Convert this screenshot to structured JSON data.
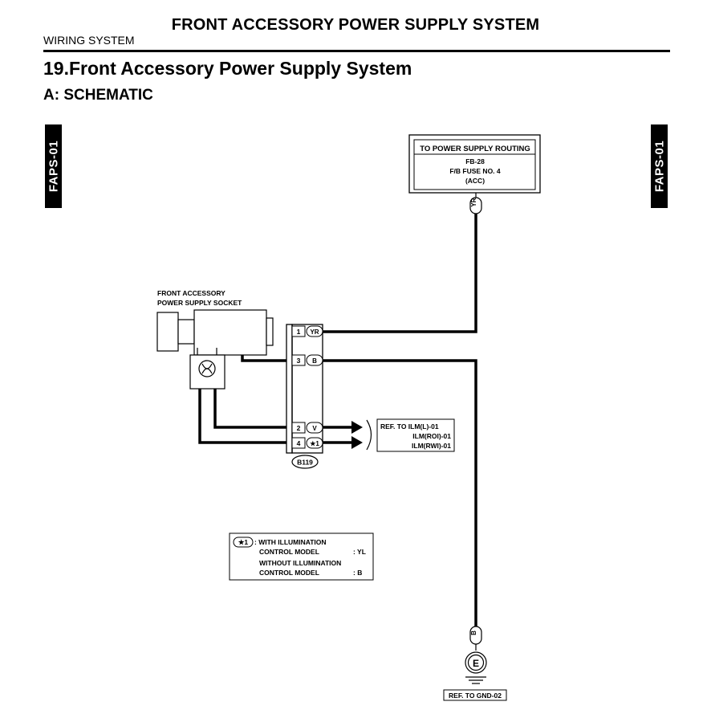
{
  "header": {
    "title": "FRONT ACCESSORY POWER SUPPLY SYSTEM",
    "section": "WIRING SYSTEM",
    "heading": "19.Front Accessory Power Supply System",
    "subheading": "A:  SCHEMATIC",
    "tab": "FAPS-01"
  },
  "power_box": {
    "title": "TO POWER SUPPLY ROUTING",
    "line1": "FB-28",
    "line2": "F/B FUSE NO. 4",
    "line3": "(ACC)",
    "wire": "YR"
  },
  "socket": {
    "label_line1": "FRONT ACCESSORY",
    "label_line2": "POWER SUPPLY SOCKET"
  },
  "connector": {
    "id": "B119",
    "pins": [
      {
        "num": "1",
        "color": "YR"
      },
      {
        "num": "3",
        "color": "B"
      },
      {
        "num": "2",
        "color": "V"
      },
      {
        "num": "4",
        "color": "★1"
      }
    ]
  },
  "ilm_ref": {
    "line1": "REF. TO ILM(L)-01",
    "line2": "ILM(ROI)-01",
    "line3": "ILM(RWI)-01"
  },
  "note": {
    "mark": "★1",
    "line1": ": WITH ILLUMINATION",
    "line2": "CONTROL MODEL",
    "val1": ": YL",
    "line3": "WITHOUT ILLUMINATION",
    "line4": "CONTROL MODEL",
    "val2": ": B"
  },
  "ground": {
    "wire": "B",
    "symbol": "E",
    "ref": "REF. TO GND-02"
  }
}
